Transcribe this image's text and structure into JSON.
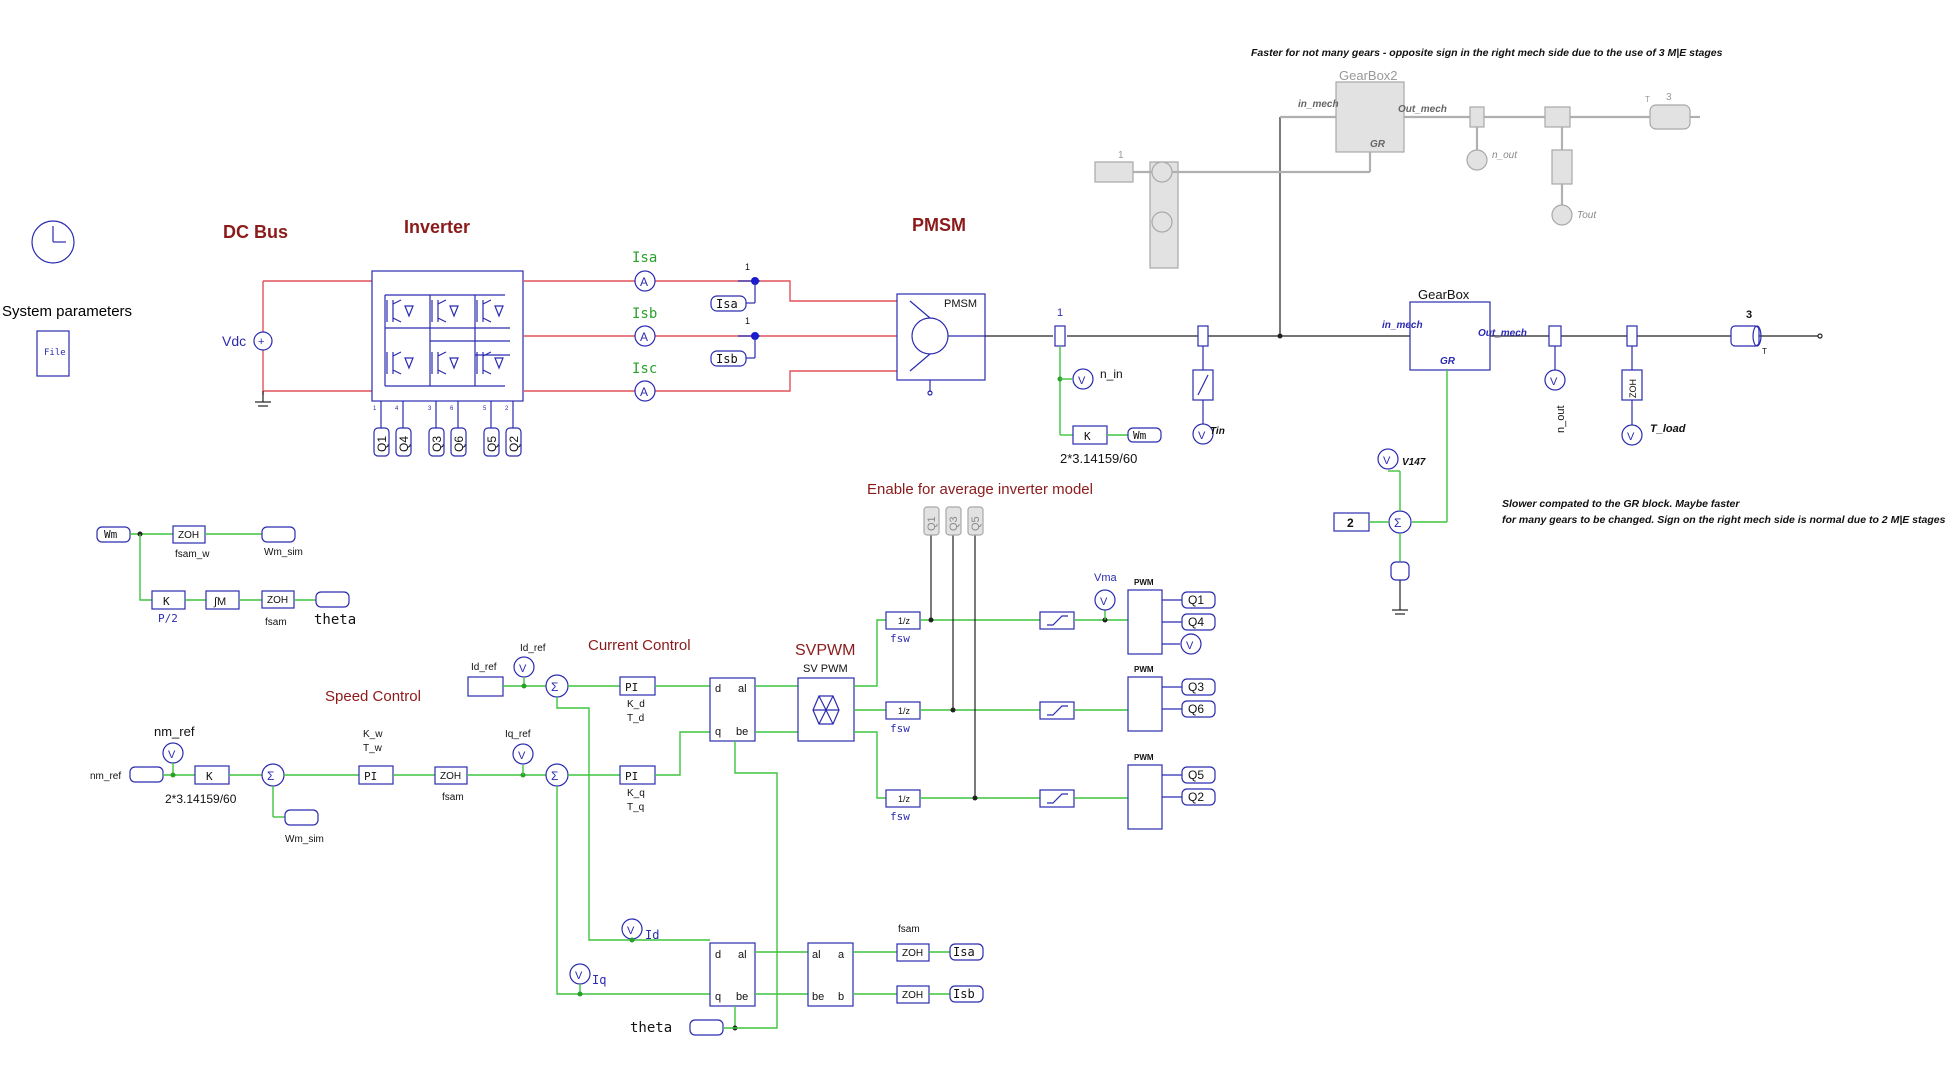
{
  "headings": {
    "dc_bus": "DC Bus",
    "inverter": "Inverter",
    "pmsm": "PMSM",
    "system_parameters": "System parameters",
    "enable_avg": "Enable for average inverter model",
    "current_control": "Current Control",
    "svpwm": "SVPWM",
    "speed_control": "Speed Control"
  },
  "notes": {
    "top_note": "Faster for not many gears - opposite sign in the right mech side due to the use of 3 M|E stages",
    "right_note_1": "Slower compated to the GR block. Maybe faster",
    "right_note_2": "for many gears to be changed. Sign on the right mech side is normal due to 2 M|E stages"
  },
  "labels": {
    "file": "File",
    "vdc": "Vdc",
    "isa": "Isa",
    "isb": "Isb",
    "isc": "Isc",
    "isa_tag": "Isa",
    "isb_tag": "Isb",
    "one_a": "1",
    "one_b": "1",
    "one_c": "1",
    "pmsm_block": "PMSM",
    "q1": "Q1",
    "q2": "Q2",
    "q3": "Q3",
    "q4": "Q4",
    "q5": "Q5",
    "q6": "Q6",
    "pin1": "1",
    "pin4": "4",
    "pin3": "3",
    "pin6": "6",
    "pin5": "5",
    "pin2": "2",
    "n_in": "n_in",
    "k": "K",
    "wm_tag": "Wm",
    "gain_expr": "2*3.14159/60",
    "tin": "Tin",
    "gearbox": "GearBox",
    "in_mech": "in_mech",
    "out_mech": "Out_mech",
    "gr": "GR",
    "n_out": "n_out",
    "t_load": "T_load",
    "zoh": "ZOH",
    "three": "3",
    "t": "T",
    "v147": "V147",
    "two": "2",
    "gearbox2": "GearBox2",
    "in_mech2": "in_mech",
    "out_mech2": "Out_mech",
    "gr2": "GR",
    "one_gray": "1",
    "n_out2": "n_out",
    "tout": "Tout",
    "three_gray": "3",
    "t_gray": "T",
    "wm": "Wm",
    "fsam_w": "fsam_w",
    "wm_sim": "Wm_sim",
    "p2": "P/2",
    "int_m": "∫M",
    "fsam": "fsam",
    "theta": "theta",
    "nm_ref": "nm_ref",
    "nm_ref_in": "nm_ref",
    "k_w": "K_w",
    "t_w": "T_w",
    "pi": "PI",
    "wm_sim2": "Wm_sim",
    "id_ref": "Id_ref",
    "id_ref_in": "Id_ref",
    "iq_ref": "Iq_ref",
    "k_d": "K_d",
    "t_d": "T_d",
    "k_q": "K_q",
    "t_q": "T_q",
    "d": "d",
    "al": "al",
    "q": "q",
    "be": "be",
    "sv_pwm": "SV PWM",
    "fsw": "fsw",
    "vma": "Vma",
    "pwm": "PWM",
    "id": "Id",
    "iq": "Iq",
    "a": "a",
    "b": "b",
    "fsam2": "fsam",
    "theta2": "theta",
    "v_sym": "V",
    "a_sym": "A"
  },
  "colors": {
    "heading": "#8b1a1a",
    "power_wire": "#e0535a",
    "signal_wire": "#3ec43e",
    "mech_wire": "#222222",
    "disabled": "#b0b0b0",
    "measure_label": "#2aa02a",
    "block_blue": "#2b2bb0"
  }
}
